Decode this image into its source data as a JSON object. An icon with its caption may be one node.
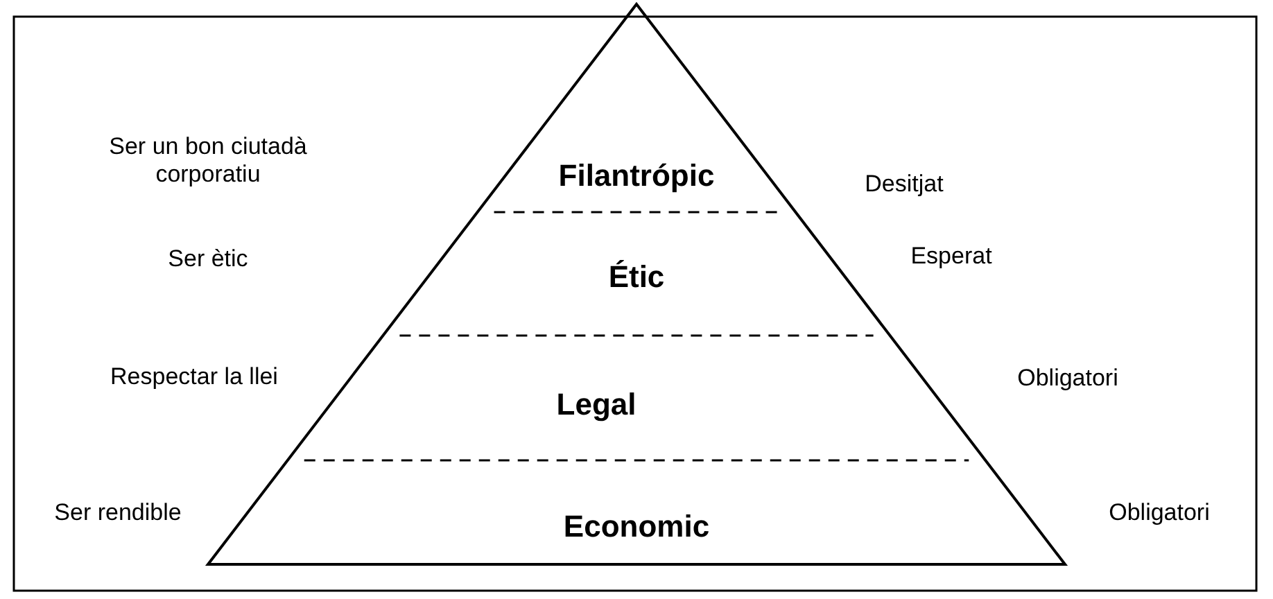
{
  "diagram": {
    "nodes": [
      {
        "text": [
          "Filantrópic"
        ]
      },
      {
        "text": [
          "Étic"
        ]
      },
      {
        "text": [
          "Legal"
        ]
      },
      {
        "text": [
          "Economic"
        ]
      }
    ],
    "labels": [
      "Ser un bon ciutadà corporatiu",
      "Desitjat",
      "Ser ètic",
      "Esperat",
      "Respectar la llei",
      "Obligatori",
      "Ser rendible",
      "Obligatori"
    ]
  }
}
